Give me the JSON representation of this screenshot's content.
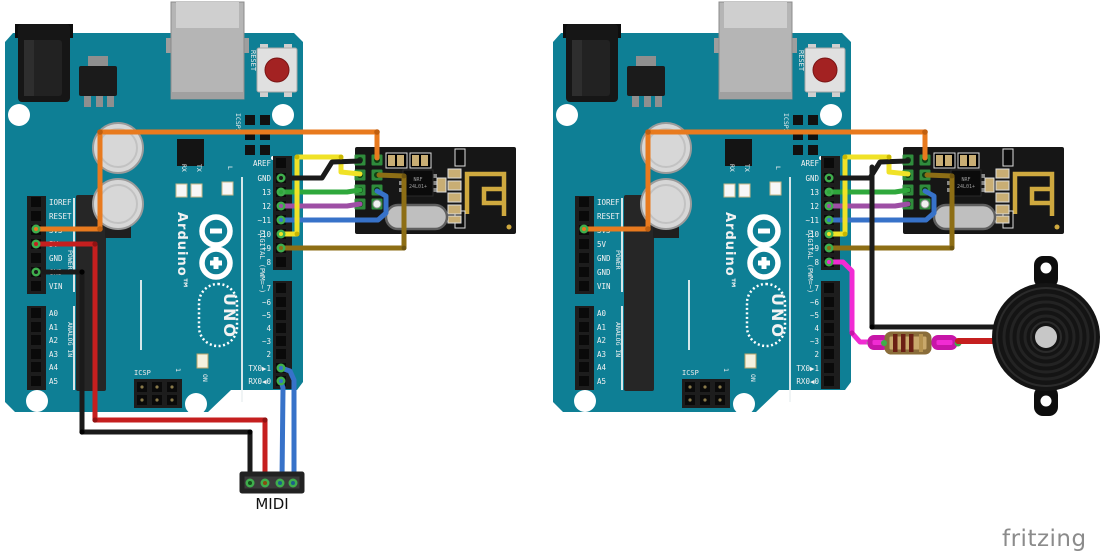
{
  "watermark": {
    "label": "fritzing"
  },
  "midi": {
    "label": "MIDI"
  },
  "board": {
    "reset_label": "RESET",
    "icsp2_label": "ICSP2",
    "icsp_label": "ICSP",
    "icsp_pin1_label": "1",
    "on_label": "ON",
    "l_label": "L",
    "rx_label": "RX",
    "tx_label": "TX",
    "brand": "Arduino™",
    "model": "UNO",
    "digital_caption": "DIGITAL (PWM=~)",
    "analog_caption": "ANALOG IN",
    "power_caption": "POWER",
    "digital_pins": [
      "AREF",
      "GND",
      "13",
      "12",
      "~11",
      "~10",
      "~9",
      "8",
      "7",
      "~6",
      "~5",
      "4",
      "~3",
      "2",
      "TX0▶1",
      "RX0◀0"
    ],
    "power_pins": [
      "IOREF",
      "RESET",
      "3V3",
      "5V",
      "GND",
      "GND",
      "VIN"
    ],
    "analog_pins": [
      "A0",
      "A1",
      "A2",
      "A3",
      "A4",
      "A5"
    ]
  },
  "module": {
    "chip_line1": "NRF",
    "chip_line2": "24L01+"
  },
  "colors": {
    "board": "#0e7f95",
    "wire_orange": "#e87a1e",
    "wire_red": "#c51f1f",
    "wire_black": "#1a1a1a",
    "wire_green": "#2fa83c",
    "wire_purple": "#9e4fa5",
    "wire_blue": "#3772c9",
    "wire_yellow": "#f0e227",
    "wire_brown": "#8d6e15",
    "wire_pink": "#f12bd3",
    "antenna_gold": "#cfa93f",
    "lead_gray": "#9a9a9a"
  }
}
